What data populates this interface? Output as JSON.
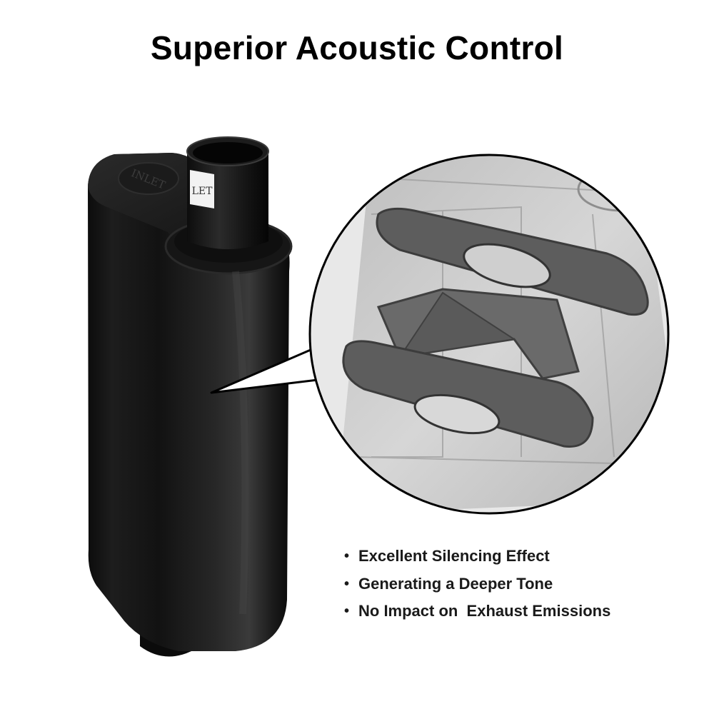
{
  "headline": "Superior Acoustic Control",
  "muffler": {
    "stamp_text": "INLET",
    "tube_label": "LET"
  },
  "features": [
    "Excellent Silencing Effect",
    "Generating a Deeper Tone",
    "No Impact on  Exhaust Emissions"
  ],
  "colors": {
    "background": "#ffffff",
    "muffler_body": "#141414",
    "cutaway_baffle": "#5a5a5a",
    "cutaway_shell": "#c8c8c8",
    "text": "#000000"
  },
  "icons": {
    "bullet": "bullet-dot-icon"
  }
}
